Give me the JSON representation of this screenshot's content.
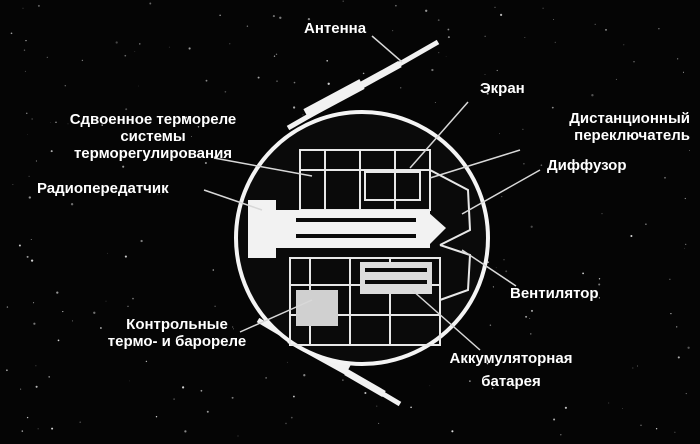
{
  "colors": {
    "background": "#050505",
    "label_text": "#ffffff",
    "drawing": "#f2f2f2",
    "leader": "#d8d8d8"
  },
  "labels": {
    "antenna": "Антенна",
    "screen": "Экран",
    "relay_1": "Сдвоенное термореле",
    "relay_2": "системы",
    "relay_3": "терморегулирования",
    "transmitter": "Радиопередатчик",
    "switch_1": "Дистанционный",
    "switch_2": "переключатель",
    "diffuser": "Диффузор",
    "fan": "Вентилятор",
    "control_1": "Контрольные",
    "control_2": "термо- и барореле",
    "battery_1": "Аккумуляторная",
    "battery_2": "батарея"
  }
}
